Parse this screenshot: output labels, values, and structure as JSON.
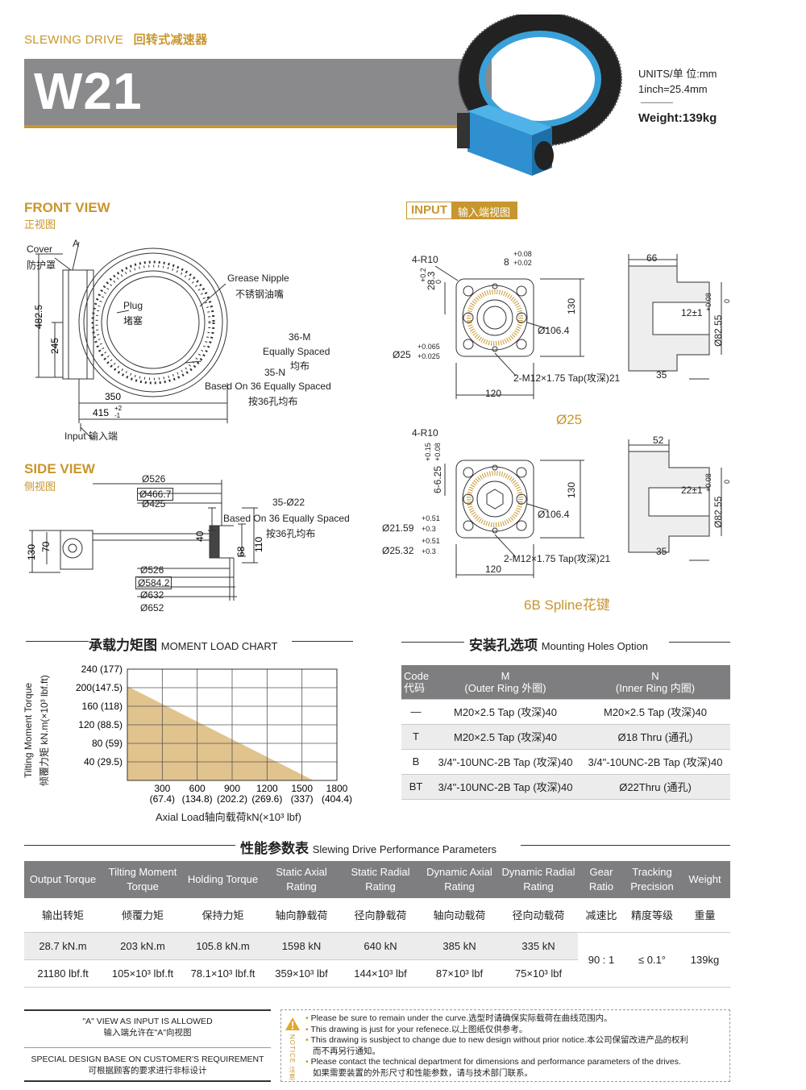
{
  "header": {
    "brand_en": "SLEWING DRIVE",
    "brand_zh": "回转式减速器",
    "model": "W21",
    "units": "UNITS/单  位:mm",
    "inch": "1inch=25.4mm",
    "weight": "Weight:139kg"
  },
  "front_view": {
    "title": "FRONT VIEW",
    "subtitle": "正视图",
    "labels": {
      "a": "A",
      "cover_en": "Cover",
      "cover_zh": "防护罩",
      "plug_en": "Plug",
      "plug_zh": "堵塞",
      "grease_en": "Grease Nipple",
      "grease_zh": "不锈钢油嘴",
      "m36": "36-M",
      "equally_en": "Equally Spaced",
      "equally_zh": "均布",
      "n35": "35-N",
      "based_en": "Based On 36 Equally Spaced",
      "based_zh": "按36孔均布",
      "d482": "482.5",
      "d245": "245",
      "d350": "350",
      "d415": "415",
      "d415_tol_up": "+2",
      "d415_tol_dn": "-1",
      "input_label": "Input  输入端"
    }
  },
  "side_view": {
    "title": "SIDE VIEW",
    "subtitle": "侧视图",
    "labels": {
      "d526a": "Ø526",
      "d466": "Ø466.7",
      "d425": "Ø425",
      "d35_22": "35-Ø22",
      "based_en": "Based On 36 Equally Spaced",
      "based_zh": "按36孔均布",
      "h130": "130",
      "h70": "70",
      "h40": "40",
      "h68": "68",
      "h110": "110",
      "d526b": "Ø526",
      "d584": "Ø584.2",
      "d632": "Ø632",
      "d652": "Ø652"
    }
  },
  "input_view": {
    "badge_en": "INPUT",
    "badge_zh": "输入端视图",
    "d25": {
      "r10": "4-R10",
      "w8": "8",
      "w8_up": "+0.08",
      "w8_dn": "+0.02",
      "h283": "28.3",
      "h283_up": "+0.2",
      "h283_dn": "0",
      "d1064": "Ø106.4",
      "d25": "Ø25",
      "d25_up": "+0.065",
      "d25_dn": "+0.025",
      "h130": "130",
      "w120": "120",
      "tap": "2-M12×1.75 Tap(攻深)21",
      "w66": "66",
      "w12": "12±1",
      "d8255": "Ø82.55",
      "d8255_up": "+0.08",
      "d8255_dn": "0",
      "w35": "35",
      "caption": "Ø25"
    },
    "spline": {
      "r10": "4-R10",
      "h625": "6-6.25",
      "h625_up": "+0.15",
      "h625_dn": "+0.08",
      "d1064": "Ø106.4",
      "d2159": "Ø21.59",
      "d2159_up": "+0.51",
      "d2159_dn": "+0.3",
      "d2532": "Ø25.32",
      "d2532_up": "+0.51",
      "d2532_dn": "+0.3",
      "h130": "130",
      "w120": "120",
      "tap": "2-M12×1.75 Tap(攻深)21",
      "w52": "52",
      "w22": "22±1",
      "d8255": "Ø82.55",
      "d8255_up": "+0.08",
      "d8255_dn": "0",
      "w35": "35",
      "caption": "6B Spline花键"
    }
  },
  "moment_chart": {
    "title_zh": "承载力矩图",
    "title_en": "MOMENT LOAD CHART",
    "ylabel_en": "Tilting Moment Torque",
    "ylabel_zh": "倾覆力矩 kN.m(×10³ lbf.ft)",
    "xlabel": "Axial Load轴向载荷kN(×10³ lbf)"
  },
  "chart_data": {
    "type": "area",
    "title": "MOMENT LOAD CHART",
    "xlabel": "Axial Load轴向载荷kN(×10³ lbf)",
    "ylabel": "Tilting Moment Torque 倾覆力矩 kN.m(×10³ lbf.ft)",
    "x_ticks": [
      {
        "value": 300,
        "label": "300",
        "sub": "(67.4)"
      },
      {
        "value": 600,
        "label": "600",
        "sub": "(134.8)"
      },
      {
        "value": 900,
        "label": "900",
        "sub": "(202.2)"
      },
      {
        "value": 1200,
        "label": "1200",
        "sub": "(269.6)"
      },
      {
        "value": 1500,
        "label": "1500",
        "sub": "(337)"
      },
      {
        "value": 1800,
        "label": "1800",
        "sub": "(404.4)"
      }
    ],
    "y_ticks": [
      {
        "value": 40,
        "label": "40  (29.5)"
      },
      {
        "value": 80,
        "label": "80   (59)"
      },
      {
        "value": 120,
        "label": "120 (88.5)"
      },
      {
        "value": 160,
        "label": "160 (118)"
      },
      {
        "value": 200,
        "label": "200(147.5)"
      },
      {
        "value": 240,
        "label": "240  (177)"
      }
    ],
    "xlim": [
      0,
      1800
    ],
    "ylim": [
      0,
      240
    ],
    "series": [
      {
        "x": [
          0,
          1598
        ],
        "y": [
          203,
          0
        ]
      }
    ],
    "grid": true,
    "fill_color": "#e1c38e"
  },
  "mounting": {
    "title_zh": "安装孔选项",
    "title_en": "Mounting Holes Option",
    "headers": {
      "code_en": "Code",
      "code_zh": "代码",
      "m": "M",
      "m_sub": "(Outer Ring 外圈)",
      "n": "N",
      "n_sub": "(Inner Ring 内圈)"
    },
    "rows": [
      {
        "code": "—",
        "m": "M20×2.5 Tap (攻深)40",
        "n": "M20×2.5 Tap (攻深)40"
      },
      {
        "code": "T",
        "m": "M20×2.5 Tap (攻深)40",
        "n": "Ø18 Thru (通孔)"
      },
      {
        "code": "B",
        "m": "3/4\"-10UNC-2B Tap (攻深)40",
        "n": "3/4\"-10UNC-2B Tap (攻深)40"
      },
      {
        "code": "BT",
        "m": "3/4\"-10UNC-2B Tap (攻深)40",
        "n": "Ø22Thru (通孔)"
      }
    ]
  },
  "performance": {
    "title_zh": "性能参数表",
    "title_en": "Slewing Drive Performance Parameters",
    "headers_en": [
      "Output Torque",
      "Tilting Moment Torque",
      "Holding Torque",
      "Static Axial Rating",
      "Static Radial Rating",
      "Dynamic Axial Rating",
      "Dynamic Radial Rating",
      "Gear Ratio",
      "Tracking Precision",
      "Weight"
    ],
    "headers_zh": [
      "输出转矩",
      "倾覆力矩",
      "保持力矩",
      "轴向静载荷",
      "径向静载荷",
      "轴向动载荷",
      "径向动载荷",
      "减速比",
      "精度等级",
      "重量"
    ],
    "metric": [
      "28.7 kN.m",
      "203 kN.m",
      "105.8 kN.m",
      "1598 kN",
      "640 kN",
      "385 kN",
      "335 kN"
    ],
    "imperial": [
      "21180 lbf.ft",
      "105×10³ lbf.ft",
      "78.1×10³ lbf.ft",
      "359×10³ lbf",
      "144×10³ lbf",
      "87×10³ lbf",
      "75×10³ lbf"
    ],
    "gear_ratio": "90 : 1",
    "precision": "≤ 0.1°",
    "weight": "139kg"
  },
  "footer": {
    "a_view_en": "\"A\" VIEW AS INPUT IS ALLOWED",
    "a_view_zh": "输入端允许在\"A\"向视图",
    "special_en": "SPECIAL DESIGN BASE ON CUSTOMER'S REQUIREMENT",
    "special_zh": "可根据顾客的要求进行非标设计",
    "notice_en": "NOTICE",
    "notice_zh": "注意",
    "notes": [
      "Please be sure to remain under the curve.选型时请确保实际载荷在曲线范围内。",
      "This drawing is just for your refenece.以上图纸仅供参考。",
      "This drawing is susbject to change due to new design without prior notice.本公司保留改进产品的权利",
      "而不再另行通知。",
      "Please contact the technical department for dimensions and performance parameters of the drives.",
      "如果需要装置的外形尺寸和性能参数，请与技术部门联系。"
    ]
  }
}
